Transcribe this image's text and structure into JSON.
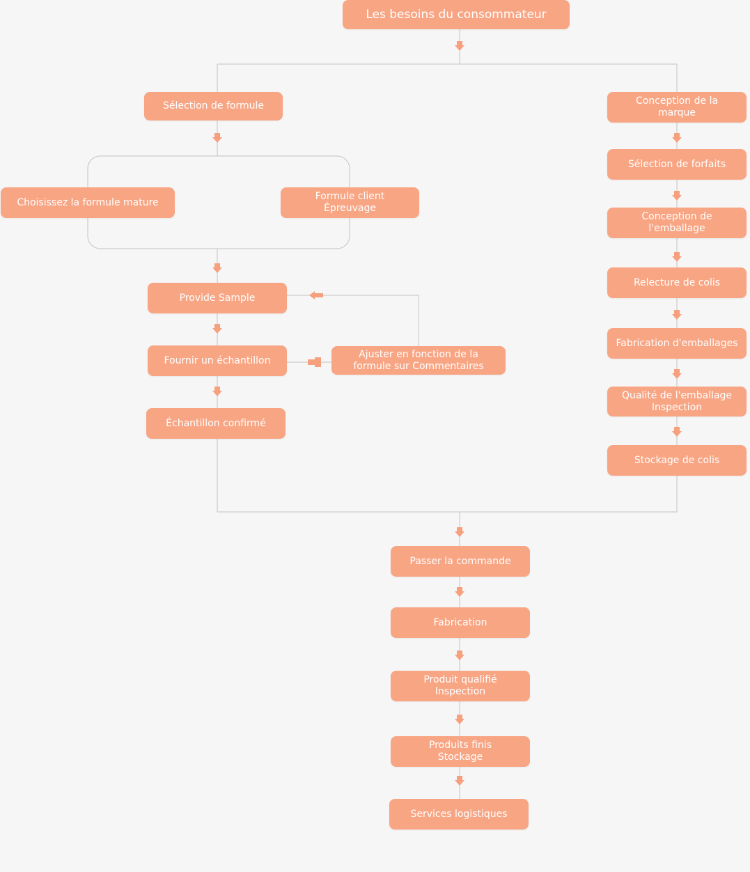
{
  "colors": {
    "box_fill": "#f8a584",
    "connector": "#cccccc",
    "arrow": "#f7a07e",
    "text": "#ffffff",
    "background": "#f6f6f6"
  },
  "nodes": {
    "consumer_needs": "Les besoins du consommateur",
    "formula_selection": "Sélection de formule",
    "mature_formula": "Choisissez la formule mature",
    "client_formula": "Formule client\nÉpreuvage",
    "provide_sample": "Provide Sample",
    "supply_sample": "Fournir un échantillon",
    "adjust_formula": "Ajuster en fonction de la\nformule sur Commentaires",
    "sample_confirmed": "Échantillon confirmé",
    "brand_design": "Conception de la\nmarque",
    "package_selection": "Sélection de forfaits",
    "packaging_design": "Conception de\nl'emballage",
    "package_proofreading": "Relecture de colis",
    "packaging_manufacturing": "Fabrication d'emballages",
    "packaging_inspection": "Qualité de l'emballage\nInspection",
    "package_storage": "Stockage de colis",
    "place_order": "Passer la commande",
    "manufacturing": "Fabrication",
    "product_inspection": "Produit qualifié\nInspection",
    "finished_storage": "Produits finis\nStockage",
    "logistics": "Services logistiques"
  }
}
